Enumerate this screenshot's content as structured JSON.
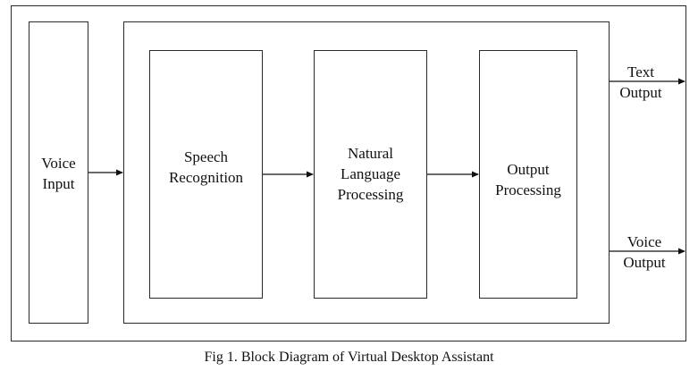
{
  "diagram": {
    "voice_input": [
      "Voice",
      "Input"
    ],
    "speech_recognition": [
      "Speech",
      "Recognition"
    ],
    "nlp": [
      "Natural",
      "Language",
      "Processing"
    ],
    "output_processing": [
      "Output",
      "Processing"
    ],
    "text_output": [
      "Text",
      "Output"
    ],
    "voice_output": [
      "Voice",
      "Output"
    ]
  },
  "caption": "Fig 1. Block Diagram of Virtual Desktop Assistant"
}
